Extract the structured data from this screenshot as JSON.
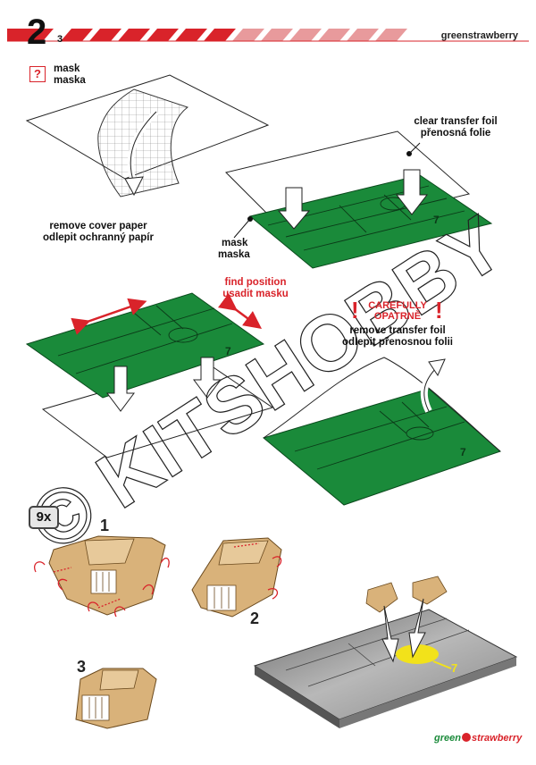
{
  "header": {
    "step_number": "2",
    "step_sub": "3",
    "brand": "greenstrawberry"
  },
  "legend": {
    "mark": "?",
    "line1": "mask",
    "line2": "maska"
  },
  "labels": {
    "remove_cover_en": "remove cover paper",
    "remove_cover_cz": "odlepit ochranný papír",
    "clear_foil_en": "clear transfer foil",
    "clear_foil_cz": "přenosná folie",
    "mask_en": "mask",
    "mask_cz": "maska",
    "find_pos_en": "find position",
    "find_pos_cz": "usadit masku",
    "carefully_en": "CAREFULLY",
    "carefully_cz": "OPATRNĚ",
    "remove_foil_en": "remove transfer foil",
    "remove_foil_cz": "odlepit přenosnou folii"
  },
  "assembly": {
    "quantity": "9x",
    "step1": "1",
    "step2": "2",
    "step3": "3"
  },
  "plate_number": "7",
  "watermark": "© KITSHOBBY",
  "footer": {
    "brand_left": "green",
    "brand_right": "strawberry"
  },
  "colors": {
    "accent_red": "#d9232a",
    "mask_green": "#1a8a3a",
    "cardboard": "#d9b27a",
    "marker_yellow": "#f2e21a"
  }
}
